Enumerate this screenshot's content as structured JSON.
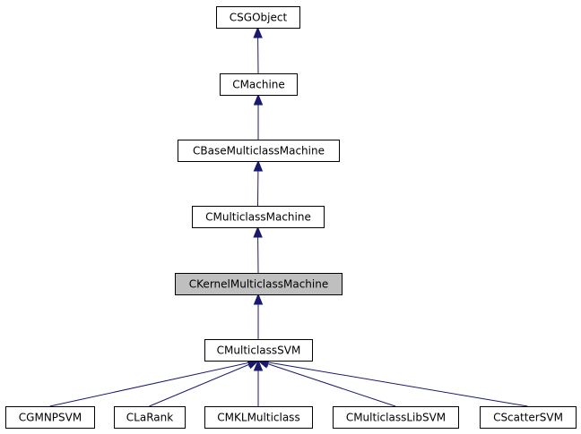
{
  "diagram": {
    "type": "class-inheritance-graph",
    "current_class": "CKernelMulticlassMachine",
    "nodes": [
      {
        "id": "csgobject",
        "label": "CSGObject"
      },
      {
        "id": "cmachine",
        "label": "CMachine"
      },
      {
        "id": "cbasemulticlassmachine",
        "label": "CBaseMulticlassMachine"
      },
      {
        "id": "cmulticlassmachine",
        "label": "CMulticlassMachine"
      },
      {
        "id": "ckernelmulticlassmachine",
        "label": "CKernelMulticlassMachine"
      },
      {
        "id": "cmulticlasssvm",
        "label": "CMulticlassSVM"
      },
      {
        "id": "cgmnpsvm",
        "label": "CGMNPSVM"
      },
      {
        "id": "clarank",
        "label": "CLaRank"
      },
      {
        "id": "cmklmulticlass",
        "label": "CMKLMulticlass"
      },
      {
        "id": "cmulticlasslibsvm",
        "label": "CMulticlassLibSVM"
      },
      {
        "id": "cscattersvm",
        "label": "CScatterSVM"
      }
    ],
    "edges": [
      {
        "from": "cmachine",
        "to": "csgobject"
      },
      {
        "from": "cbasemulticlassmachine",
        "to": "cmachine"
      },
      {
        "from": "cmulticlassmachine",
        "to": "cbasemulticlassmachine"
      },
      {
        "from": "ckernelmulticlassmachine",
        "to": "cmulticlassmachine"
      },
      {
        "from": "cmulticlasssvm",
        "to": "ckernelmulticlassmachine"
      },
      {
        "from": "cgmnpsvm",
        "to": "cmulticlasssvm"
      },
      {
        "from": "clarank",
        "to": "cmulticlasssvm"
      },
      {
        "from": "cmklmulticlass",
        "to": "cmulticlasssvm"
      },
      {
        "from": "cmulticlasslibsvm",
        "to": "cmulticlasssvm"
      },
      {
        "from": "cscattersvm",
        "to": "cmulticlasssvm"
      }
    ],
    "colors": {
      "edge": "#191970",
      "node_border": "#000000",
      "node_fill": "#ffffff",
      "current_fill": "#bfbfbf"
    }
  }
}
